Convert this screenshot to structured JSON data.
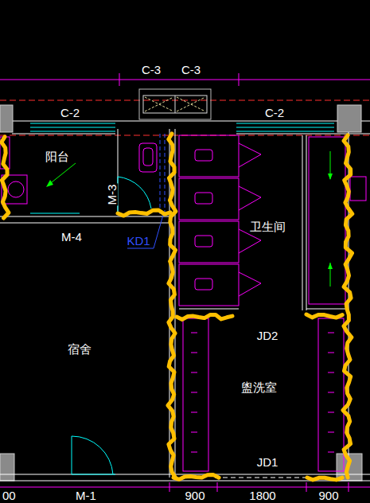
{
  "diagram": {
    "nodes": [
      {
        "text": [
          "阳台"
        ]
      },
      {
        "text": [
          "卫生间"
        ]
      },
      {
        "text": [
          "宿舍"
        ]
      },
      {
        "text": [
          "盥洗室"
        ]
      }
    ],
    "labels": [
      "C-3",
      "C-3",
      "C-2",
      "C-2",
      "M-3",
      "M-4",
      "KD1",
      "JD2",
      "JD1",
      "M-1",
      "900",
      "1800",
      "900",
      "00"
    ]
  }
}
